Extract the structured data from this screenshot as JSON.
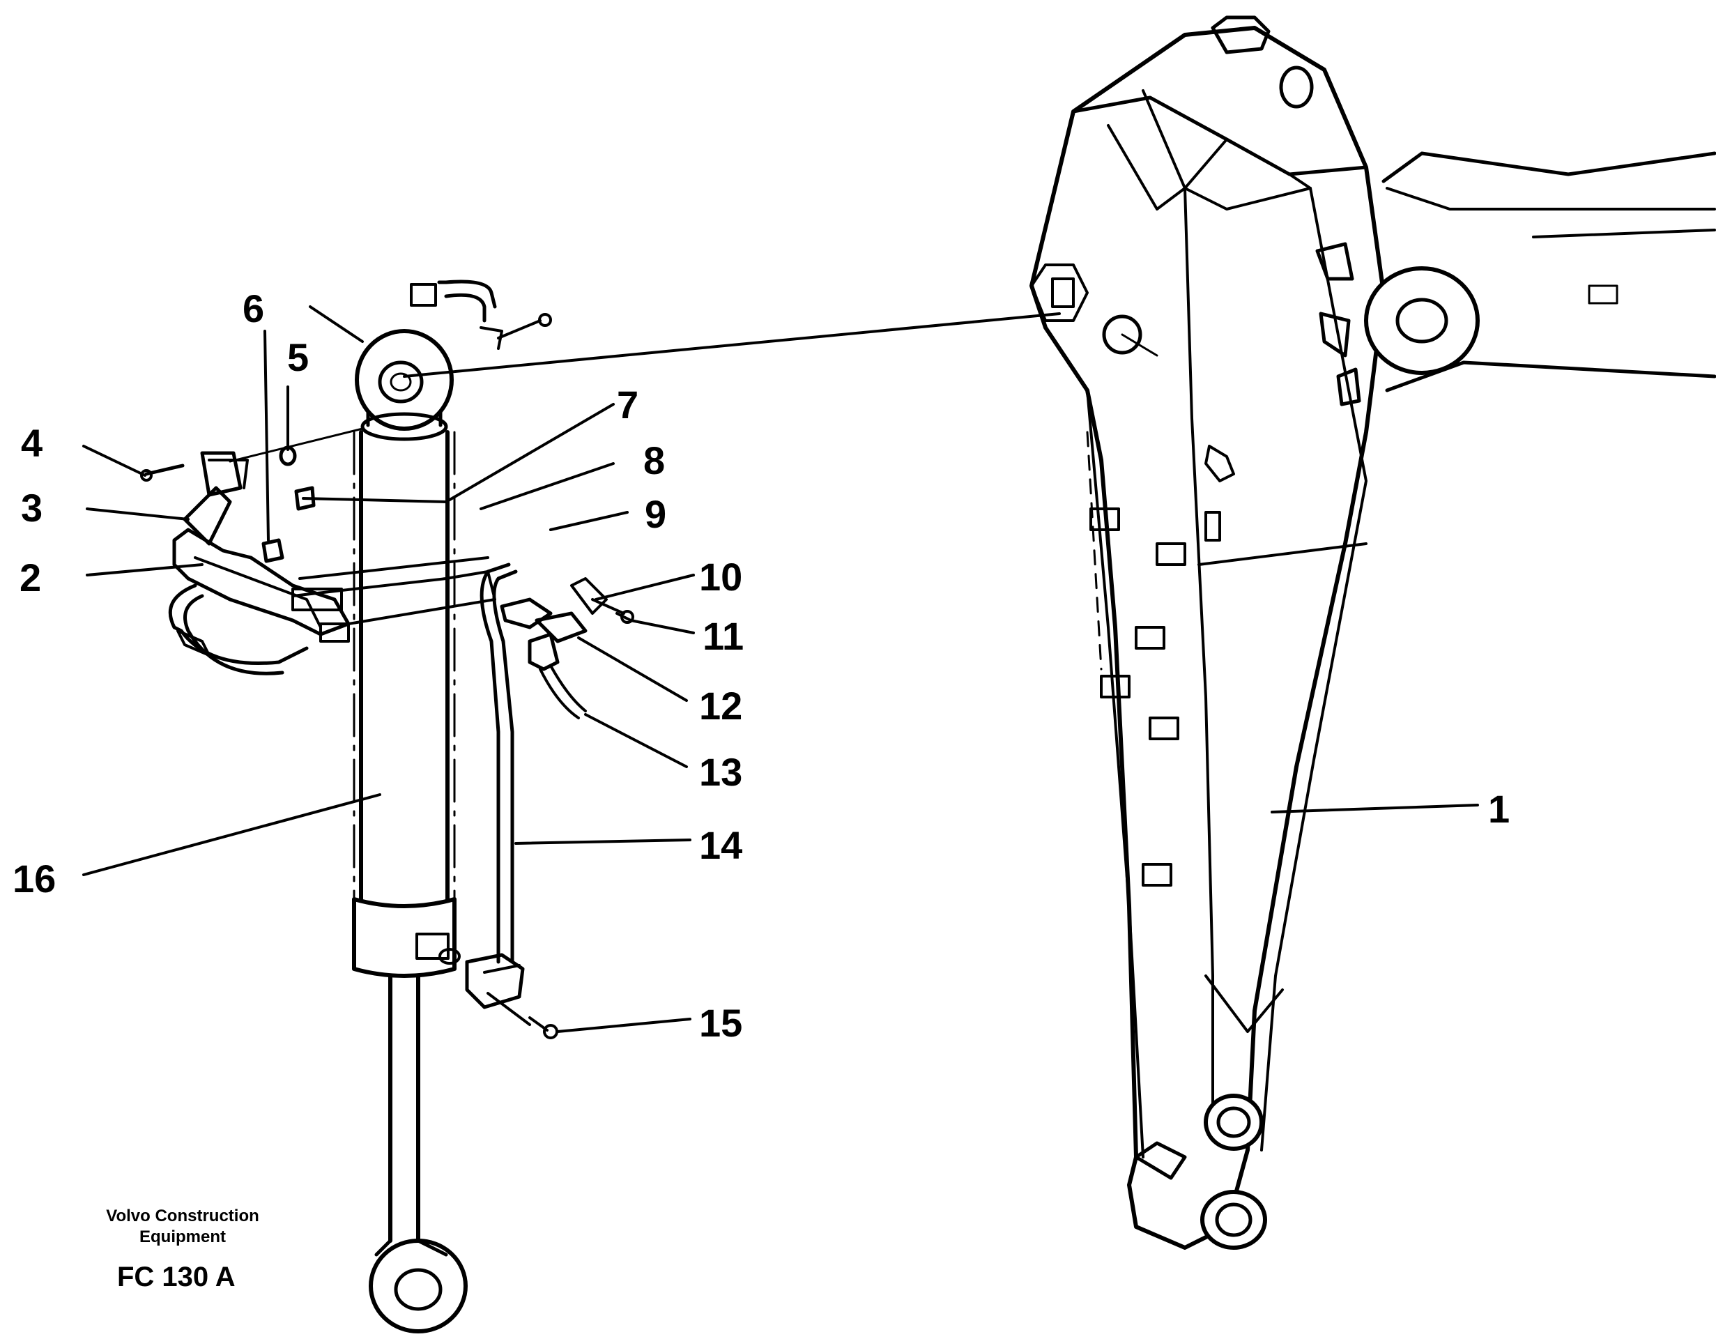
{
  "diagram": {
    "part_labels": [
      {
        "id": "1",
        "text": "1"
      },
      {
        "id": "2",
        "text": "2"
      },
      {
        "id": "3",
        "text": "3"
      },
      {
        "id": "4",
        "text": "4"
      },
      {
        "id": "5",
        "text": "5"
      },
      {
        "id": "6",
        "text": "6"
      },
      {
        "id": "7",
        "text": "7"
      },
      {
        "id": "8",
        "text": "8"
      },
      {
        "id": "9",
        "text": "9"
      },
      {
        "id": "10",
        "text": "10"
      },
      {
        "id": "11",
        "text": "11"
      },
      {
        "id": "12",
        "text": "12"
      },
      {
        "id": "13",
        "text": "13"
      },
      {
        "id": "14",
        "text": "14"
      },
      {
        "id": "15",
        "text": "15"
      },
      {
        "id": "16",
        "text": "16"
      }
    ],
    "credit": {
      "line1": "Volvo Construction",
      "line2": "Equipment",
      "code": "FC 130 A"
    },
    "colors": {
      "ink": "#000000",
      "background": "#ffffff"
    }
  }
}
